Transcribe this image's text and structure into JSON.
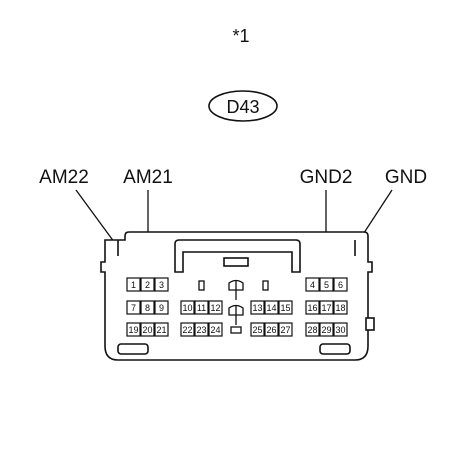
{
  "figure_ref": "*1",
  "connector_id": "D43",
  "callouts": [
    {
      "key": "am22",
      "text": "AM22",
      "pin": "1"
    },
    {
      "key": "am21",
      "text": "AM21",
      "pin": "2"
    },
    {
      "key": "gnd2",
      "text": "GND2",
      "pin": "5"
    },
    {
      "key": "gnd",
      "text": "GND",
      "pin": "6"
    }
  ],
  "pins": {
    "row1_left": [
      "1",
      "2",
      "3"
    ],
    "row1_right": [
      "4",
      "5",
      "6"
    ],
    "row2_left": [
      "7",
      "8",
      "9"
    ],
    "row2_mid_l": [
      "10",
      "11",
      "12"
    ],
    "row2_mid_r": [
      "13",
      "14",
      "15"
    ],
    "row2_right": [
      "16",
      "17",
      "18"
    ],
    "row3_left": [
      "19",
      "20",
      "21"
    ],
    "row3_mid_l": [
      "22",
      "23",
      "24"
    ],
    "row3_mid_r": [
      "25",
      "26",
      "27"
    ],
    "row3_right": [
      "28",
      "29",
      "30"
    ]
  }
}
